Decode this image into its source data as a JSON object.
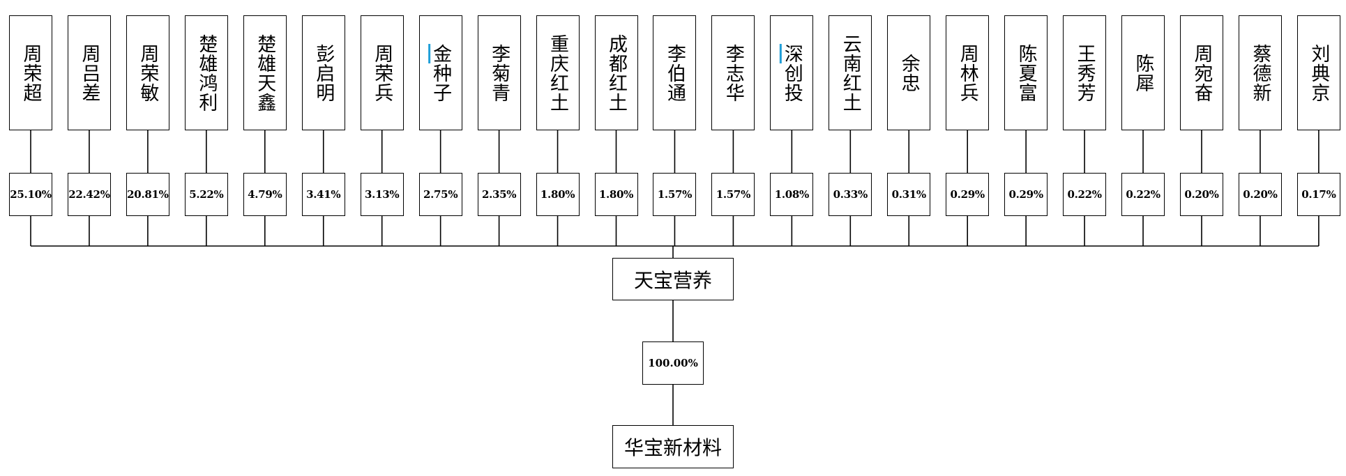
{
  "shareholders": [
    {
      "name": "周荣超",
      "pct": "25.10%"
    },
    {
      "name": "周吕差",
      "pct": "22.42%"
    },
    {
      "name": "周荣敏",
      "pct": "20.81%"
    },
    {
      "name": "楚雄鸿利",
      "pct": "5.22%"
    },
    {
      "name": "楚雄天鑫",
      "pct": "4.79%"
    },
    {
      "name": "彭启明",
      "pct": "3.41%"
    },
    {
      "name": "周荣兵",
      "pct": "3.13%"
    },
    {
      "name": "金种子",
      "pct": "2.75%"
    },
    {
      "name": "李菊青",
      "pct": "2.35%"
    },
    {
      "name": "重庆红土",
      "pct": "1.80%"
    },
    {
      "name": "成都红土",
      "pct": "1.80%"
    },
    {
      "name": "李伯通",
      "pct": "1.57%"
    },
    {
      "name": "李志华",
      "pct": "1.57%"
    },
    {
      "name": "深创投",
      "pct": "1.08%"
    },
    {
      "name": "云南红土",
      "pct": "0.33%"
    },
    {
      "name": "余忠",
      "pct": "0.31%"
    },
    {
      "name": "周林兵",
      "pct": "0.29%"
    },
    {
      "name": "陈夏富",
      "pct": "0.29%"
    },
    {
      "name": "王秀芳",
      "pct": "0.22%"
    },
    {
      "name": "陈犀",
      "pct": "0.22%"
    },
    {
      "name": "周宛奋",
      "pct": "0.20%"
    },
    {
      "name": "蔡德新",
      "pct": "0.20%"
    },
    {
      "name": "刘典京",
      "pct": "0.17%"
    }
  ],
  "parent": {
    "name": "天宝营养"
  },
  "subsidiary_pct": "100.00%",
  "subsidiary": {
    "name": "华宝新材料"
  },
  "colors": {
    "line": "#000000",
    "underline_accent": "#1f9ed8"
  }
}
